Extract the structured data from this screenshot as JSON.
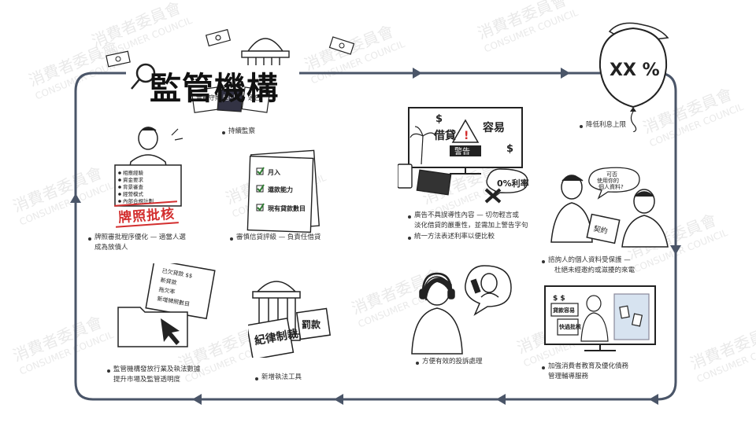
{
  "title": "監管機構",
  "watermark": {
    "cn": "消費者委員會",
    "en": "CONSUMER COUNCIL"
  },
  "colors": {
    "flow_line": "#4a5568",
    "stamp_red": "#d32f2f",
    "ink": "#222222"
  },
  "illustrations": {
    "regulator_docs": [
      "實務守則",
      "指引",
      "通告"
    ],
    "license_board": [
      "相應經驗",
      "資金要求",
      "背景審查",
      "經營模式",
      "內部合規計劃"
    ],
    "license_stamp": "牌照批核",
    "checklist": [
      "月入",
      "還款能力",
      "現有貸款數目"
    ],
    "tv_ad": {
      "loan": "借貸",
      "easy": "容易",
      "warning": "警告",
      "zero_rate": "0%利率"
    },
    "balloon": "XX %",
    "phone_bubble": [
      "可否",
      "使用你的",
      "個人資料?"
    ],
    "contract": "契約",
    "folder_papers": [
      "已欠貸款 $$",
      "新貸款",
      "拖欠率",
      "新增牌照數目"
    ],
    "penalty": [
      "罰款",
      "紀律制裁"
    ],
    "tv_education": [
      "貸款容易",
      "快過批核"
    ]
  },
  "captions": {
    "supervise": [
      "持續監察"
    ],
    "license": [
      "牌照審批程序優化 — 適當人選",
      "成為放債人"
    ],
    "credit": [
      "審慎信貸評級 — 負責任借貸"
    ],
    "ads": [
      "廣告不具誤導性內容 — 切勿輕言或",
      "淡化借貸的嚴重性，並需加上警告字句"
    ],
    "rate_method": [
      "統一方法表述利率以便比較"
    ],
    "rate_cap": [
      "降低利息上限"
    ],
    "privacy": [
      "諮詢人的個人資料受保護 —",
      "杜絕未經邀約或滋擾的來電"
    ],
    "stats": [
      "監管機構發放行業及執法數據",
      "提升市場及監管透明度"
    ],
    "enforce": [
      "新增執法工具"
    ],
    "complaints": [
      "方便有效的投訴處理"
    ],
    "education": [
      "加強消費者教育及優化債務",
      "管理輔導服務"
    ]
  }
}
